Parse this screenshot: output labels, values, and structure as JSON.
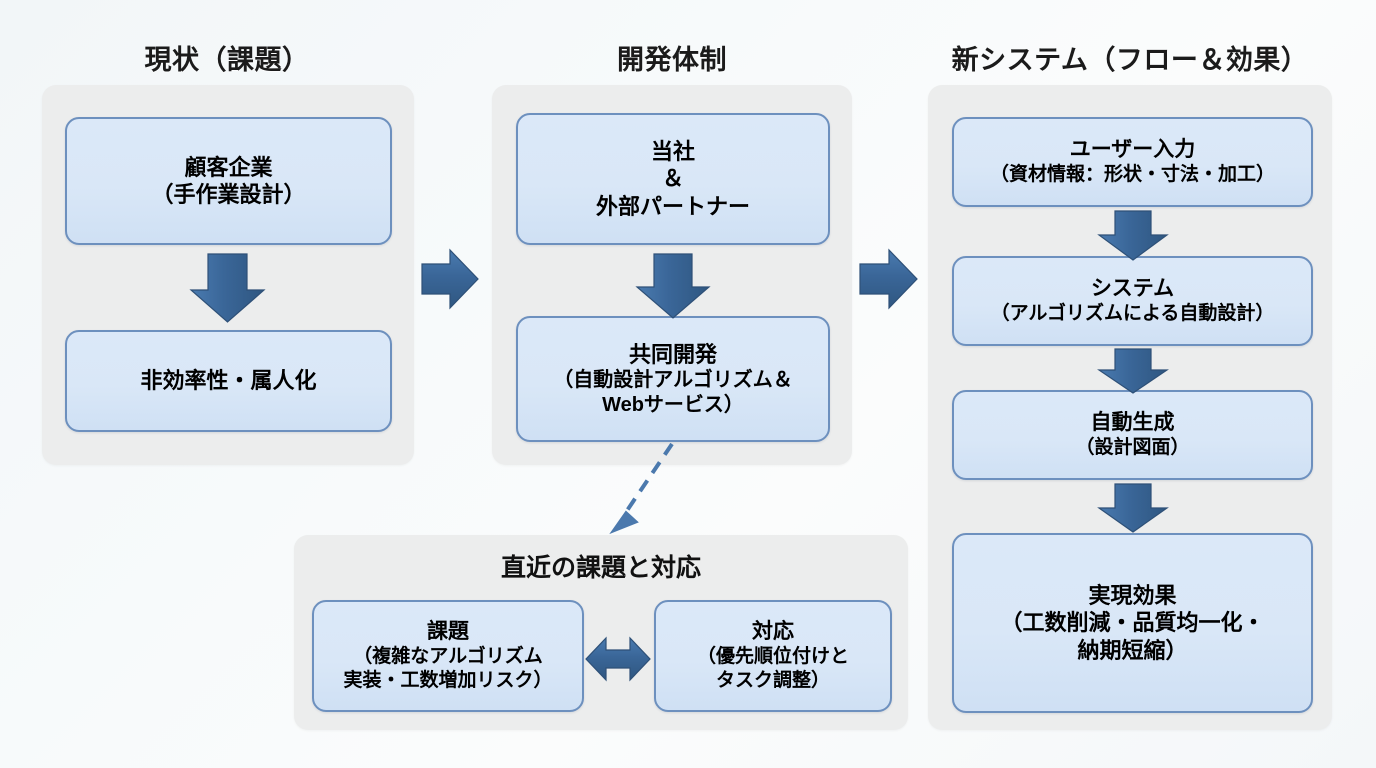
{
  "diagram": {
    "columns": [
      {
        "id": "current",
        "title": "現状（課題）"
      },
      {
        "id": "structure",
        "title": "開発体制"
      },
      {
        "id": "newsystem",
        "title": "新システム（フロー＆効果）"
      }
    ],
    "nodes": {
      "customer": {
        "line1": "顧客企業",
        "line2": "（手作業設計）"
      },
      "inefficiency": {
        "line1": "非効率性・属人化"
      },
      "company": {
        "line1": "当社",
        "line2": "＆",
        "line3": "外部パートナー"
      },
      "codev": {
        "line1": "共同開発",
        "line2": "（自動設計アルゴリズム＆",
        "line3": "Webサービス）"
      },
      "userinput": {
        "line1": "ユーザー入力",
        "line2": "（資材情報：形状・寸法・加工）"
      },
      "system": {
        "line1": "システム",
        "line2": "（アルゴリズムによる自動設計）"
      },
      "autogen": {
        "line1": "自動生成",
        "line2": "（設計図面）"
      },
      "effect": {
        "line1": "実現効果",
        "line2": "（工数削減・品質均一化・",
        "line3": "納期短縮）"
      },
      "issue": {
        "line1": "課題",
        "line2": "（複雑なアルゴリズム",
        "line3": "実装・工数増加リスク）"
      },
      "response": {
        "line1": "対応",
        "line2": "（優先順位付けと",
        "line3": "タスク調整）"
      }
    },
    "subpanel": {
      "title": "直近の課題と対応"
    },
    "arrows": {
      "current_down": "down-arrow",
      "current_to_structure": "right-arrow",
      "structure_down": "down-arrow",
      "structure_to_newsystem": "right-arrow",
      "newsystem_down_1": "down-arrow",
      "newsystem_down_2": "down-arrow",
      "newsystem_down_3": "down-arrow",
      "codev_to_subpanel": "dashed-diagonal-arrow",
      "issue_response": "double-headed-arrow"
    },
    "colors": {
      "background": "#f5f8fa",
      "panel": "#eceded",
      "node_fill": "#d9e7f7",
      "node_border": "#6d90be",
      "arrow": "#3d6a9b",
      "text": "#111111"
    }
  }
}
